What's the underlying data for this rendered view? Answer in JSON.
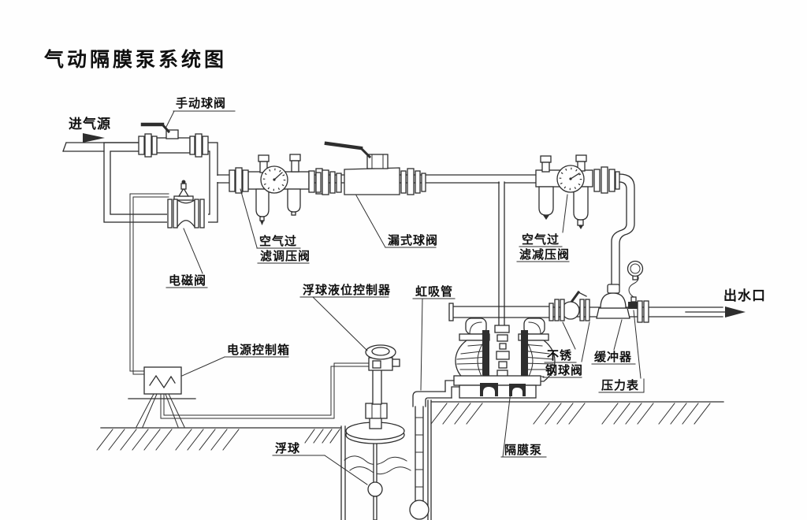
{
  "title": "气动隔膜泵系统图",
  "labels": {
    "air_inlet": "进气源",
    "manual_ball_valve": "手动球阀",
    "solenoid_valve": "电磁阀",
    "air_filter_regulator": {
      "line1": "空气过",
      "line2": "滤调压阀"
    },
    "leak_ball_valve": "漏式球阀",
    "air_filter_reducer": {
      "line1": "空气过",
      "line2": "滤减压阀"
    },
    "power_control_box": "电源控制箱",
    "float_level_controller": "浮球液位控制器",
    "siphon_tube": "虹吸管",
    "float_ball": "浮球",
    "diaphragm_pump": "隔膜泵",
    "stainless_steel_ball_valve": {
      "line1": "不锈",
      "line2": "钢球阀"
    },
    "buffer": "缓冲器",
    "pressure_gauge": "压力表",
    "water_outlet": "出水口"
  },
  "colors": {
    "line": "#2e2e2e",
    "background": "#fefefe"
  }
}
